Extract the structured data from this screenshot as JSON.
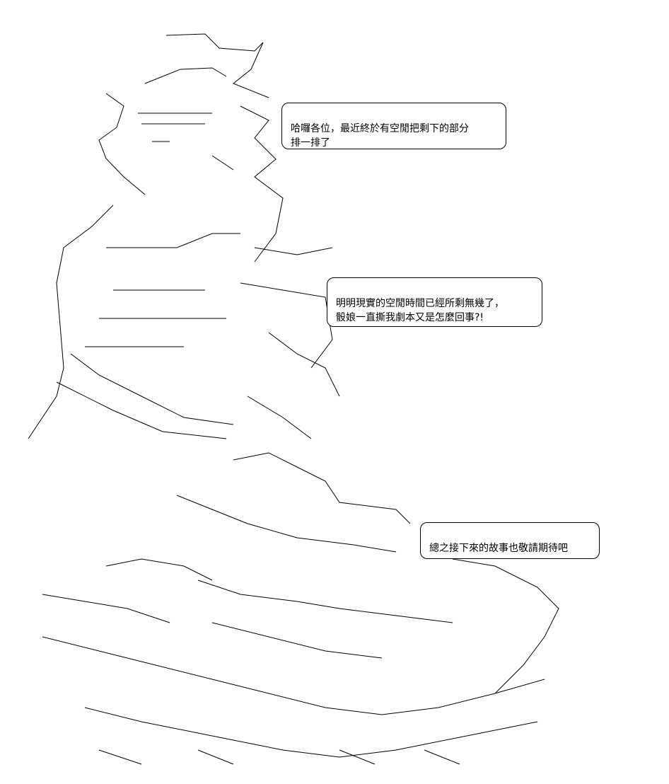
{
  "bubbles": [
    {
      "text": "哈囉各位，最近終於有空閒把剩下的部分\n排一排了"
    },
    {
      "text": "明明現實的空閒時間已經所剩無幾了，\n骰娘一直撕我劇本又是怎麼回事?!"
    },
    {
      "text": "總之接下來的故事也敬請期待吧"
    }
  ],
  "colors": {
    "line": "#000000",
    "background": "#ffffff"
  }
}
